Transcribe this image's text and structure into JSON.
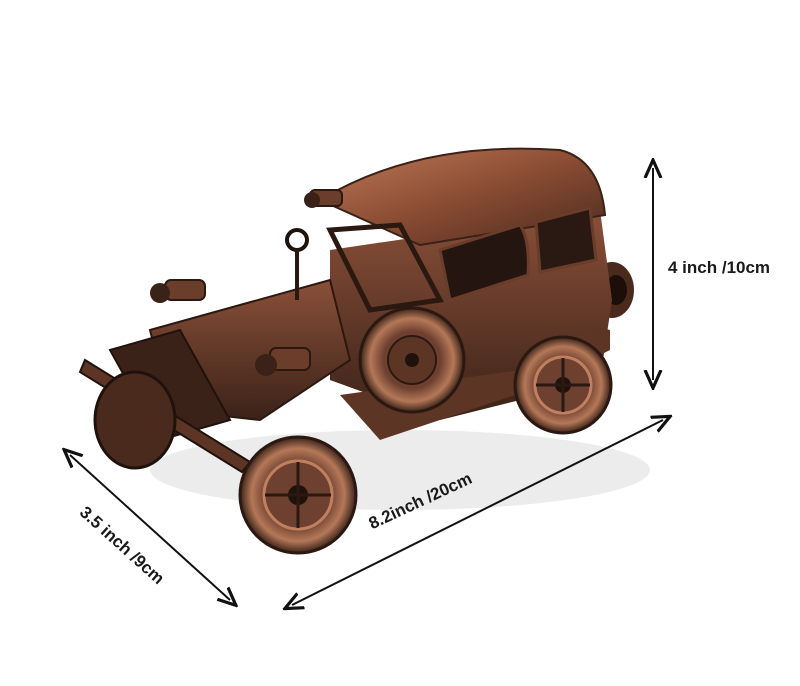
{
  "image": {
    "subject": "copper-finish metal vintage car model",
    "colors": {
      "background": "#ffffff",
      "copper_light": "#b0694a",
      "copper_mid": "#7a4630",
      "copper_dark": "#3a2218",
      "arrow": "#111111"
    }
  },
  "dimensions": {
    "height_label": "4 inch /10cm",
    "width_label": "8.2inch /20cm",
    "depth_label": "3.5 inch /9cm"
  }
}
